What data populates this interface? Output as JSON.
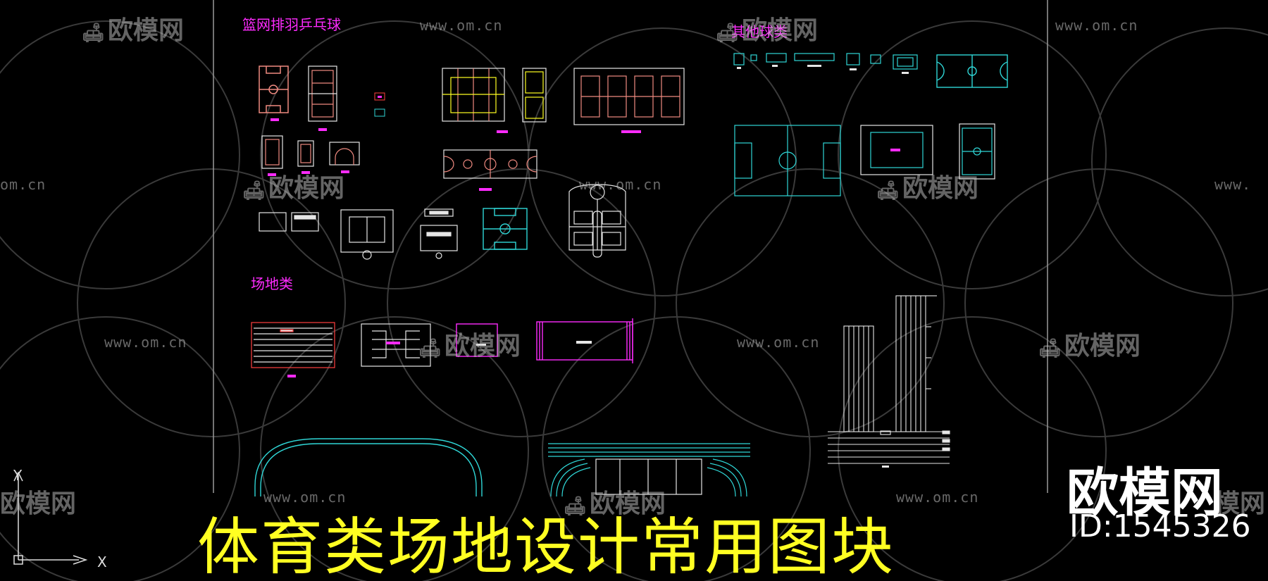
{
  "labels": {
    "ball_sports": "篮网排羽乒乓球",
    "other_sports": "其他球类",
    "venues": "场地类"
  },
  "watermark": {
    "site": "www.om.cn",
    "site_partial": "om.cn",
    "site_partial2": "www.",
    "logo": "欧模网",
    "logo_partial": "模网"
  },
  "title": "体育类场地设计常用图块",
  "brand": {
    "name": "欧模网",
    "id_text": "ID:1545326"
  },
  "axis": {
    "x": "X",
    "y": "Y"
  },
  "colors": {
    "background": "#000000",
    "cad_white": "#e6e6e6",
    "cad_cyan": "#2fd6d6",
    "cad_magenta": "#ff2bff",
    "cad_red": "#ff4040",
    "cad_yellow": "#ffff22",
    "cad_salmon": "#f08a80"
  }
}
